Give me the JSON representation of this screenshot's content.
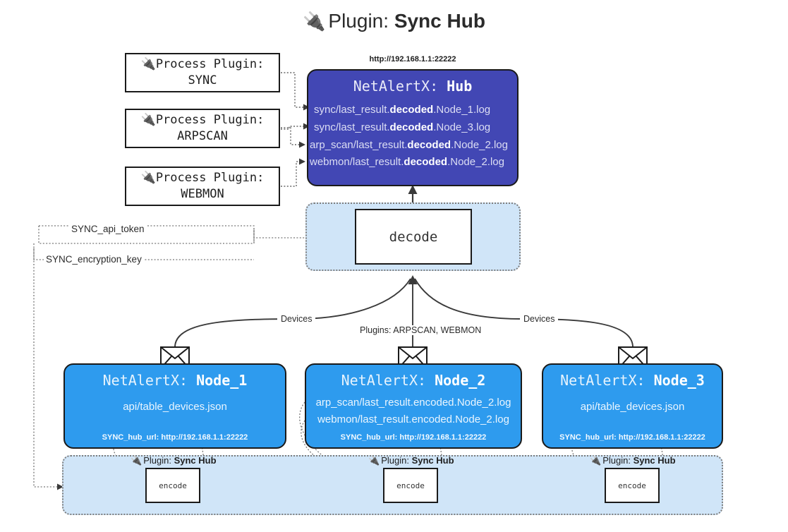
{
  "title": {
    "icon": "plug-icon",
    "prefix": "Plugin:",
    "name": "Sync Hub"
  },
  "process_plugins": [
    {
      "line1": "Process Plugin:",
      "line2": "SYNC"
    },
    {
      "line1": "Process Plugin:",
      "line2": "ARPSCAN"
    },
    {
      "line1": "Process Plugin:",
      "line2": "WEBMON"
    }
  ],
  "hub": {
    "url": "http://192.168.1.1:22222",
    "title_prefix": "NetAlertX: ",
    "title_name": "Hub",
    "loglines": [
      {
        "pre": "sync/last_result.",
        "bold": "decoded",
        "post": ".Node_1.log"
      },
      {
        "pre": "sync/last_result.",
        "bold": "decoded",
        "post": ".Node_3.log"
      },
      {
        "pre": "arp_scan/last_result.",
        "bold": "decoded",
        "post": ".Node_2.log"
      },
      {
        "pre": "webmon/last_result.",
        "bold": "decoded",
        "post": ".Node_2.log"
      }
    ]
  },
  "decode": {
    "label": "decode"
  },
  "settings": {
    "api_token": "SYNC_api_token",
    "encryption_key": "SYNC_encryption_key"
  },
  "edges": {
    "devices_left": "Devices",
    "devices_right": "Devices",
    "plugins_center": "Plugins: ARPSCAN, WEBMON"
  },
  "nodes": [
    {
      "title_prefix": "NetAlertX: ",
      "title_name": "Node_1",
      "lines": [
        "api/table_devices.json"
      ],
      "footer": "SYNC_hub_url: http://192.168.1.1:22222",
      "mail_icon": "envelope-icon"
    },
    {
      "title_prefix": "NetAlertX: ",
      "title_name": "Node_2",
      "lines": [
        "arp_scan/last_result.encoded.Node_2.log",
        "webmon/last_result.encoded.Node_2.log"
      ],
      "footer": "SYNC_hub_url: http://192.168.1.1:22222",
      "mail_icon": "envelope-icon"
    },
    {
      "title_prefix": "NetAlertX: ",
      "title_name": "Node_3",
      "lines": [
        "api/table_devices.json"
      ],
      "footer": "SYNC_hub_url: http://192.168.1.1:22222",
      "mail_icon": "envelope-icon"
    }
  ],
  "encoders": [
    {
      "plugin_prefix": "Plugin:",
      "plugin_name": "Sync Hub",
      "label": "encode"
    },
    {
      "plugin_prefix": "Plugin:",
      "plugin_name": "Sync Hub",
      "label": "encode"
    },
    {
      "plugin_prefix": "Plugin:",
      "plugin_name": "Sync Hub",
      "label": "encode"
    }
  ],
  "colors": {
    "hub": "#4247b4",
    "node": "#2e9bee",
    "container": "#d0e5f8",
    "stroke": "#1a1a1a",
    "page_bg": "#ffffff"
  }
}
